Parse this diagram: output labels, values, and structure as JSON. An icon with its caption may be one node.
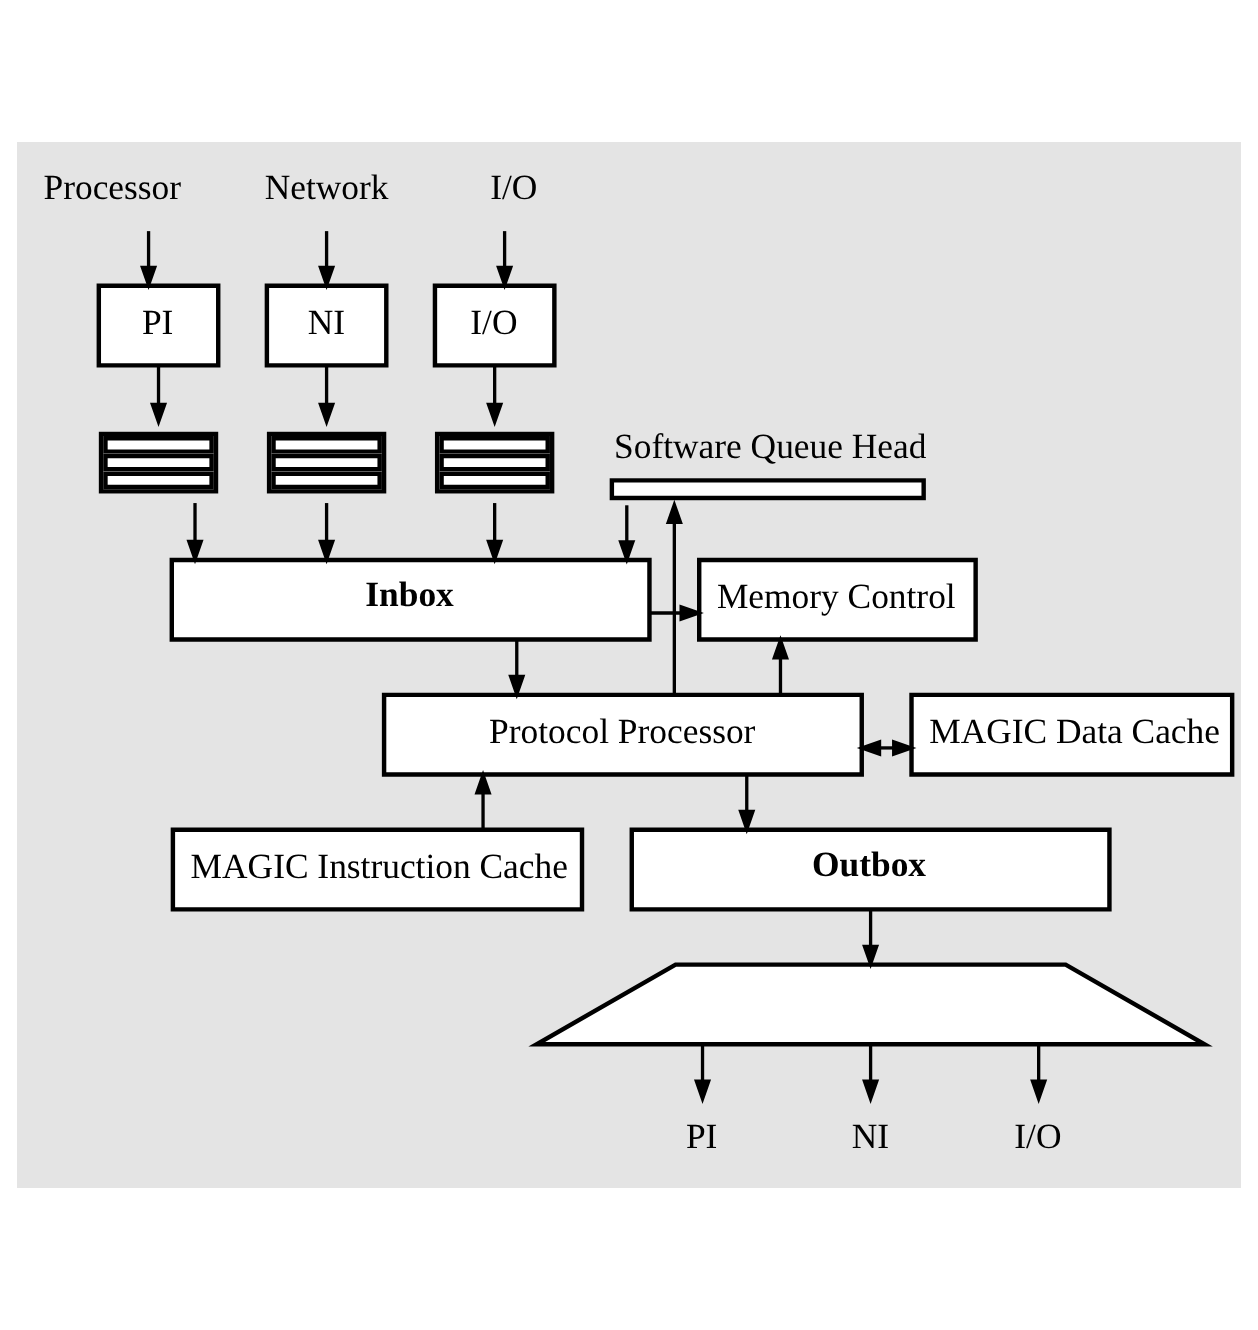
{
  "diagram": {
    "nodes": [
      {
        "text": [
          "Processor"
        ]
      },
      {
        "text": [
          "Network"
        ]
      },
      {
        "text": [
          "I/O"
        ]
      },
      {
        "text": [
          "PI"
        ]
      },
      {
        "text": [
          "NI"
        ]
      },
      {
        "text": [
          "I/O"
        ]
      },
      {
        "text": [],
        "shape": "box"
      },
      {
        "text": [],
        "shape": "box"
      },
      {
        "text": [],
        "shape": "box"
      },
      {
        "text": [],
        "shape": "bar",
        "beside": [
          "Software Queue Head"
        ]
      },
      {
        "text": [
          "Memory Control"
        ]
      },
      {
        "text": [
          "Inbox"
        ]
      },
      {
        "text": [
          "MAGIC Data Cache"
        ]
      },
      {
        "text": [
          "Protocol Processor"
        ]
      },
      {
        "text": [
          "MAGIC Instruction Cache"
        ]
      },
      {
        "text": [
          "Outbox"
        ]
      },
      {
        "text": [],
        "shape": "trapezoid"
      },
      {
        "text": [
          "PI"
        ]
      },
      {
        "text": [
          "NI"
        ]
      },
      {
        "text": [
          "I/O"
        ]
      }
    ],
    "edges": [
      {
        "from": 0,
        "to": 3,
        "arrow": "to"
      },
      {
        "from": 1,
        "to": 4,
        "arrow": "to"
      },
      {
        "from": 2,
        "to": 5,
        "arrow": "to"
      },
      {
        "from": 3,
        "to": 6,
        "arrow": "to"
      },
      {
        "from": 4,
        "to": 7,
        "arrow": "to"
      },
      {
        "from": 5,
        "to": 8,
        "arrow": "to"
      },
      {
        "from": 6,
        "to": 11,
        "arrow": "to"
      },
      {
        "from": 7,
        "to": 11,
        "arrow": "to"
      },
      {
        "from": 8,
        "to": 11,
        "arrow": "to"
      },
      {
        "from": 9,
        "to": 11,
        "arrow": "to"
      },
      {
        "from": 13,
        "to": 9,
        "arrow": "to"
      },
      {
        "from": 11,
        "to": 10,
        "arrow": "to"
      },
      {
        "from": 13,
        "to": 10,
        "arrow": "to"
      },
      {
        "from": 11,
        "to": 13,
        "arrow": "to"
      },
      {
        "from": 13,
        "to": 12,
        "arrow": "both"
      },
      {
        "from": 14,
        "to": 13,
        "arrow": "to"
      },
      {
        "from": 13,
        "to": 15,
        "arrow": "to"
      },
      {
        "from": 15,
        "to": 16,
        "arrow": "to"
      },
      {
        "from": 16,
        "to": 17,
        "arrow": "to"
      },
      {
        "from": 16,
        "to": 18,
        "arrow": "to"
      },
      {
        "from": 16,
        "to": 19,
        "arrow": "to"
      }
    ]
  }
}
